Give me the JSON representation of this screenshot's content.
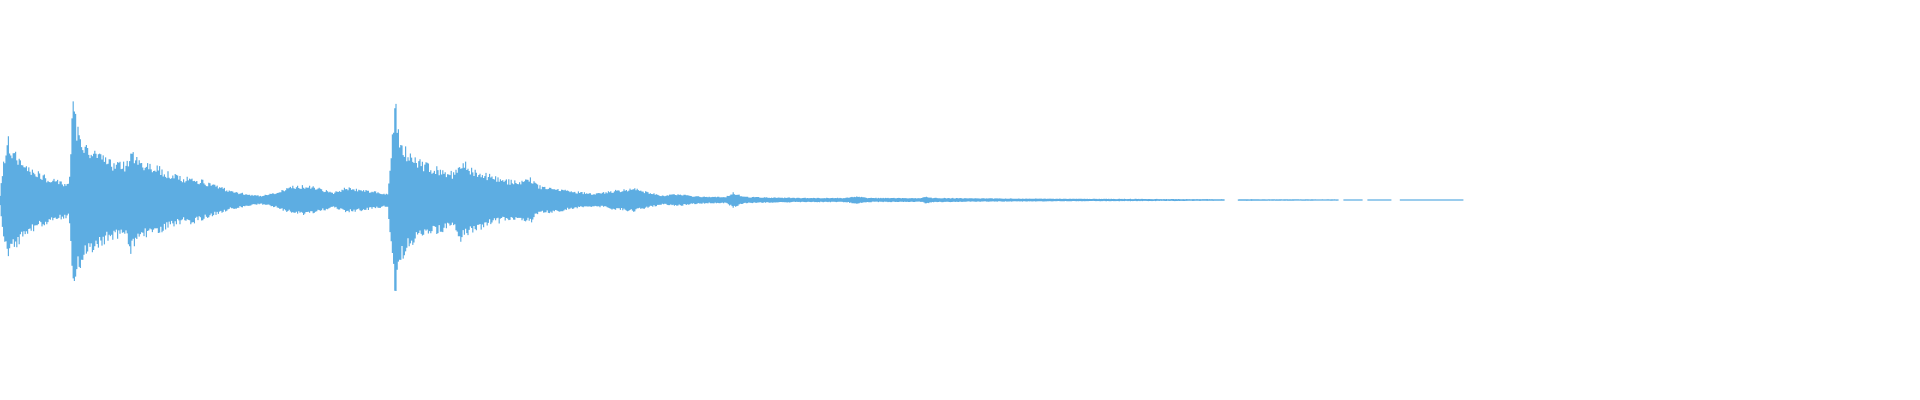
{
  "waveform": {
    "color": "#5DADE2",
    "background": "#FFFFFF",
    "total_duration_fraction_shown": 1.0,
    "envelope": [
      [
        0.0,
        0.05
      ],
      [
        0.002,
        0.38
      ],
      [
        0.004,
        0.6
      ],
      [
        0.006,
        0.48
      ],
      [
        0.01,
        0.4
      ],
      [
        0.016,
        0.3
      ],
      [
        0.024,
        0.22
      ],
      [
        0.03,
        0.18
      ],
      [
        0.036,
        0.16
      ],
      [
        0.038,
        0.95
      ],
      [
        0.04,
        0.7
      ],
      [
        0.044,
        0.55
      ],
      [
        0.05,
        0.45
      ],
      [
        0.058,
        0.36
      ],
      [
        0.066,
        0.34
      ],
      [
        0.068,
        0.5
      ],
      [
        0.072,
        0.36
      ],
      [
        0.08,
        0.33
      ],
      [
        0.088,
        0.26
      ],
      [
        0.096,
        0.2
      ],
      [
        0.1,
        0.22
      ],
      [
        0.106,
        0.18
      ],
      [
        0.112,
        0.14
      ],
      [
        0.12,
        0.09
      ],
      [
        0.128,
        0.06
      ],
      [
        0.136,
        0.04
      ],
      [
        0.144,
        0.07
      ],
      [
        0.152,
        0.13
      ],
      [
        0.16,
        0.14
      ],
      [
        0.168,
        0.1
      ],
      [
        0.174,
        0.07
      ],
      [
        0.18,
        0.12
      ],
      [
        0.188,
        0.1
      ],
      [
        0.196,
        0.08
      ],
      [
        0.202,
        0.06
      ],
      [
        0.206,
        0.95
      ],
      [
        0.208,
        0.62
      ],
      [
        0.212,
        0.45
      ],
      [
        0.22,
        0.36
      ],
      [
        0.228,
        0.3
      ],
      [
        0.236,
        0.26
      ],
      [
        0.24,
        0.38
      ],
      [
        0.246,
        0.3
      ],
      [
        0.254,
        0.24
      ],
      [
        0.262,
        0.2
      ],
      [
        0.27,
        0.17
      ],
      [
        0.276,
        0.22
      ],
      [
        0.28,
        0.14
      ],
      [
        0.29,
        0.11
      ],
      [
        0.3,
        0.08
      ],
      [
        0.31,
        0.06
      ],
      [
        0.32,
        0.09
      ],
      [
        0.33,
        0.11
      ],
      [
        0.338,
        0.07
      ],
      [
        0.346,
        0.04
      ],
      [
        0.352,
        0.06
      ],
      [
        0.36,
        0.04
      ],
      [
        0.37,
        0.03
      ],
      [
        0.378,
        0.03
      ],
      [
        0.382,
        0.07
      ],
      [
        0.388,
        0.03
      ],
      [
        0.4,
        0.025
      ],
      [
        0.42,
        0.02
      ],
      [
        0.44,
        0.02
      ],
      [
        0.446,
        0.035
      ],
      [
        0.452,
        0.02
      ],
      [
        0.48,
        0.018
      ],
      [
        0.482,
        0.035
      ],
      [
        0.486,
        0.02
      ],
      [
        0.52,
        0.015
      ],
      [
        0.56,
        0.012
      ],
      [
        0.6,
        0.01
      ],
      [
        0.64,
        0.008
      ],
      [
        0.68,
        0.007
      ],
      [
        0.7,
        0.006
      ],
      [
        0.72,
        0.005
      ],
      [
        0.76,
        0.003
      ],
      [
        0.762,
        0.0
      ],
      [
        1.0,
        0.0
      ]
    ],
    "gaps": [
      [
        0.638,
        0.645
      ],
      [
        0.697,
        0.7
      ],
      [
        0.71,
        0.712
      ],
      [
        0.725,
        0.729
      ]
    ]
  }
}
